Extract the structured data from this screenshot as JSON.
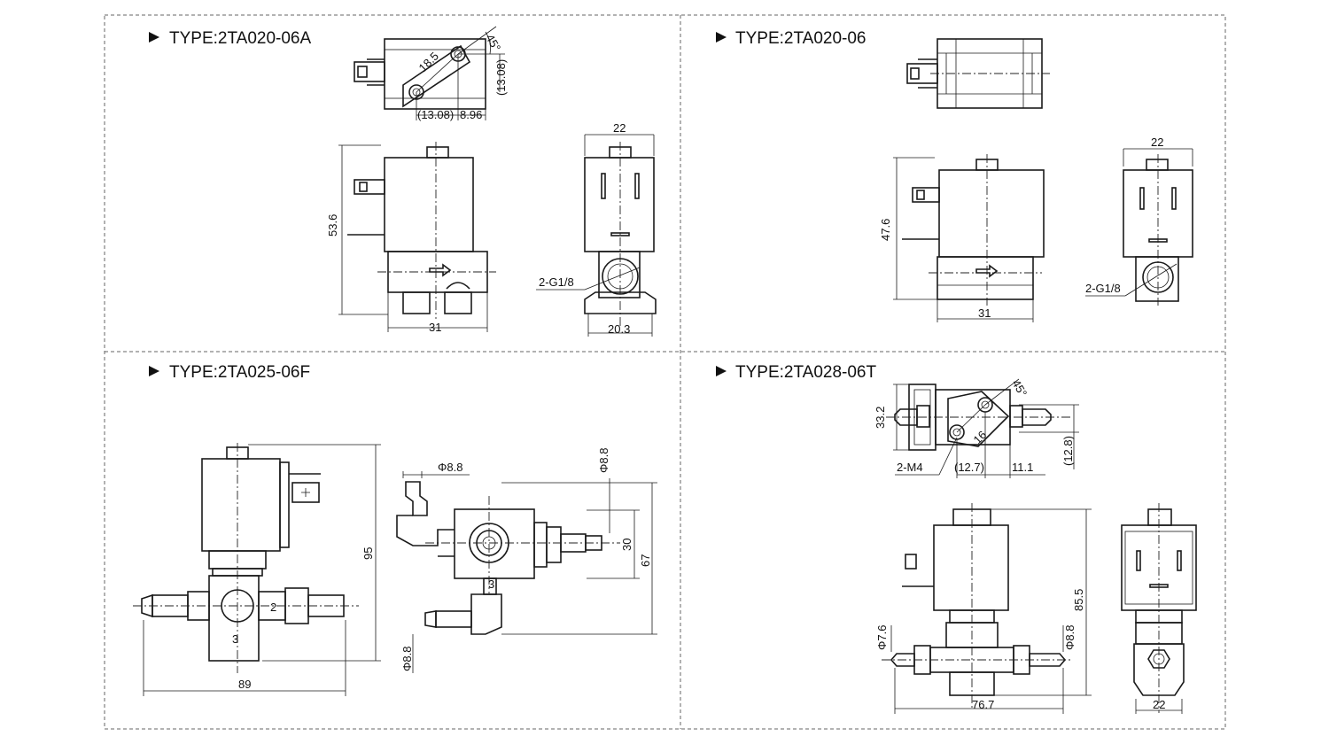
{
  "panels": [
    {
      "title": "TYPE:2TA020-06A",
      "dims": {
        "radius": "18.5",
        "angle": "45°",
        "offset_v": "(13.08)",
        "offset_h": "(13.08)",
        "pitch": "8.96",
        "height": "53.6",
        "width": "31",
        "coil_width": "22",
        "port_width": "20.3",
        "thread": "2-G1/8"
      }
    },
    {
      "title": "TYPE:2TA020-06",
      "dims": {
        "height": "47.6",
        "width": "31",
        "coil_width": "22",
        "thread": "2-G1/8"
      }
    },
    {
      "title": "TYPE:2TA025-06F",
      "dims": {
        "height": "95",
        "length": "89",
        "hose_dia_top": "Φ8.8",
        "hose_dia_right": "Φ8.8",
        "hose_dia_bottom": "Φ8.8",
        "center_distance": "30",
        "total_height": "67",
        "port_2": "2",
        "port_3": "3",
        "port_3b": "3"
      }
    },
    {
      "title": "TYPE:2TA028-06T",
      "dims": {
        "height": "33.2",
        "angle": "45°",
        "mount": "2-M4",
        "radius": "16",
        "spacing": "(12.7)",
        "offset": "11.1",
        "offset_v": "(12.8)",
        "total_height": "85.5",
        "hose_left": "Φ7.6",
        "hose_right": "Φ8.8",
        "length": "76.7",
        "coil_width": "22"
      }
    }
  ]
}
